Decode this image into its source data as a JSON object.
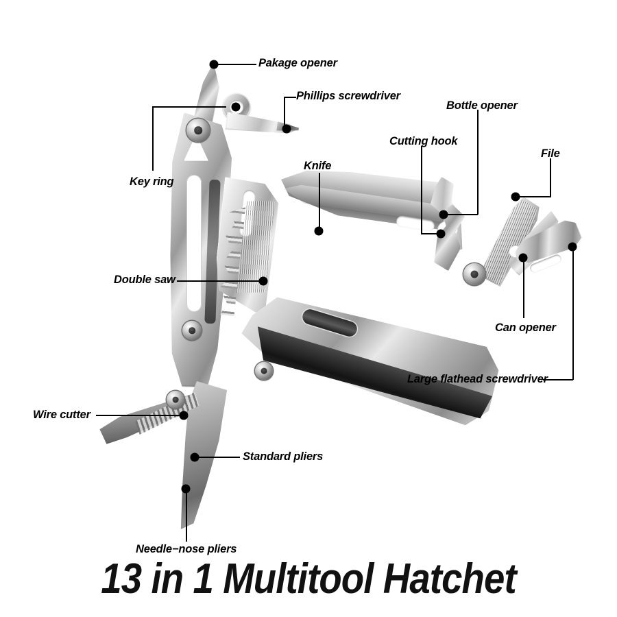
{
  "page": {
    "background_color": "#ffffff",
    "title": "13 in 1 Multitool Hatchet",
    "product_type": "multitool-product-diagram"
  },
  "callouts": [
    {
      "id": "package-opener",
      "label": "Pakage opener"
    },
    {
      "id": "phillips-screwdriver",
      "label": "Phillips screwdriver"
    },
    {
      "id": "bottle-opener",
      "label": "Bottle opener"
    },
    {
      "id": "cutting-hook",
      "label": "Cutting hook"
    },
    {
      "id": "file",
      "label": "File"
    },
    {
      "id": "knife",
      "label": "Knife"
    },
    {
      "id": "key-ring",
      "label": "Key ring"
    },
    {
      "id": "double-saw",
      "label": "Double saw"
    },
    {
      "id": "can-opener",
      "label": "Can opener"
    },
    {
      "id": "large-flathead-screwdriver",
      "label": "Large flathead screwdriver"
    },
    {
      "id": "wire-cutter",
      "label": "Wire cutter"
    },
    {
      "id": "standard-pliers",
      "label": "Standard pliers"
    },
    {
      "id": "needle-nose-pliers",
      "label": "Needle−nose pliers"
    }
  ],
  "colors": {
    "text": "#000000",
    "leader_line": "#000000",
    "title": "#111111",
    "metal_light": "#e8e8e8",
    "metal_mid": "#9a9a9a",
    "metal_dark": "#5c5c5c"
  }
}
